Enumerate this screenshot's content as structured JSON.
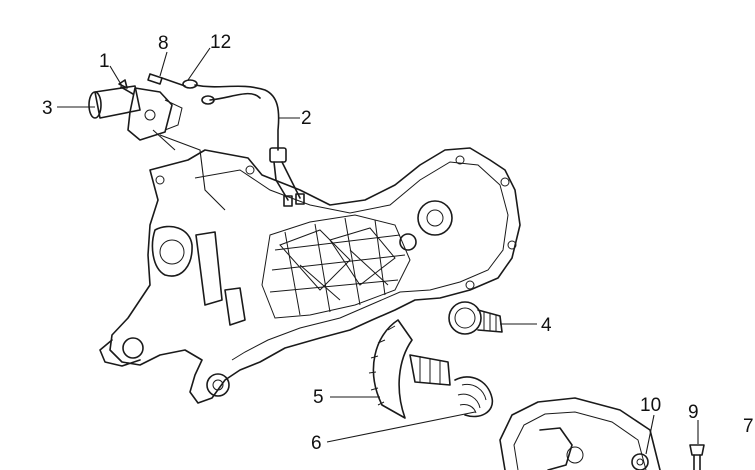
{
  "callouts": [
    {
      "id": "c1",
      "label": "1"
    },
    {
      "id": "c2",
      "label": "2"
    },
    {
      "id": "c3",
      "label": "3"
    },
    {
      "id": "c4",
      "label": "4"
    },
    {
      "id": "c5",
      "label": "5"
    },
    {
      "id": "c6",
      "label": "6"
    },
    {
      "id": "c7",
      "label": "7"
    },
    {
      "id": "c8",
      "label": "8"
    },
    {
      "id": "c9",
      "label": "9"
    },
    {
      "id": "c10",
      "label": "10"
    },
    {
      "id": "c12",
      "label": "12"
    }
  ]
}
